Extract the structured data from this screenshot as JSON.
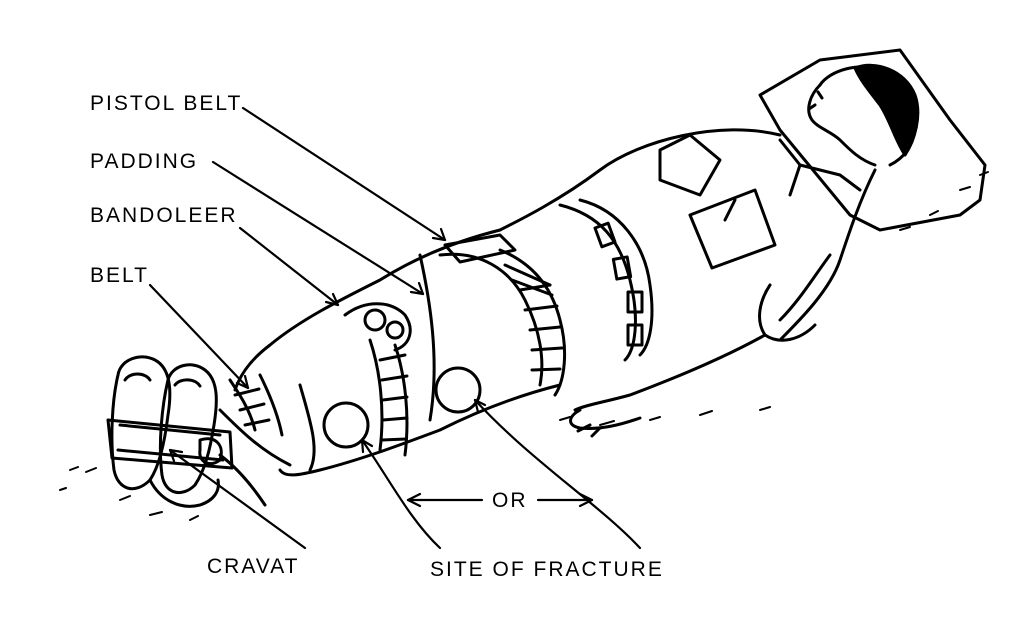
{
  "labels": {
    "pistol_belt": "PISTOL BELT",
    "padding": "PADDING",
    "bandoleer": "BANDOLEER",
    "belt": "BELT",
    "cravat": "CRAVAT",
    "site_of_fracture": "SITE OF FRACTURE",
    "or": "OR"
  },
  "colors": {
    "ink": "#000000",
    "paper": "#ffffff"
  }
}
